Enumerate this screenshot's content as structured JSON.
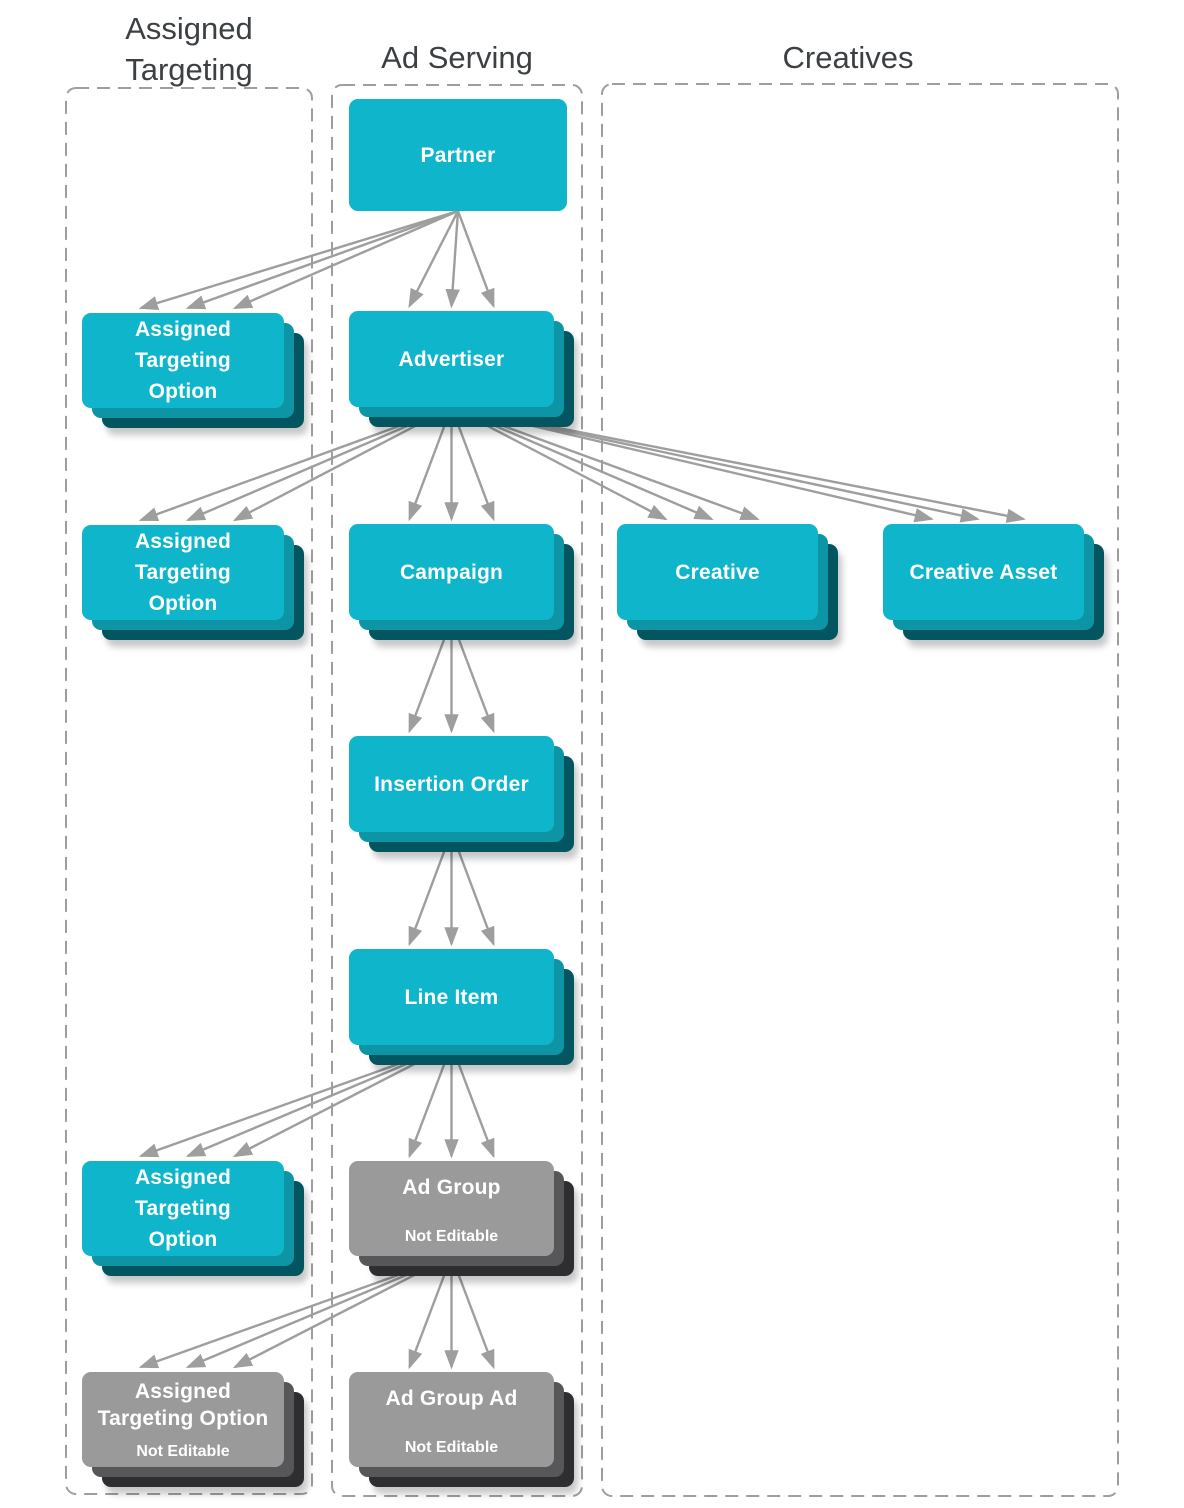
{
  "diagram": {
    "columns": {
      "assigned_targeting": {
        "label": "Assigned\nTargeting"
      },
      "ad_serving": {
        "label": "Ad Serving"
      },
      "creatives": {
        "label": "Creatives"
      }
    },
    "colors": {
      "cyan_face": "#0FB5CB",
      "cyan_layer2": "#0D95A6",
      "cyan_layer3": "#03565F",
      "gray_face": "#9A9A9A",
      "gray_layer2": "#57575A",
      "gray_layer3": "#2E2E31",
      "arrow": "#9E9E9E",
      "column_border": "#9E9E9E",
      "header_text": "#3C4043",
      "box_text": "#FFFFFF"
    },
    "nodes": {
      "partner": {
        "label": "Partner"
      },
      "ato1": {
        "label": "Assigned\nTargeting\nOption"
      },
      "advertiser": {
        "label": "Advertiser"
      },
      "ato2": {
        "label": "Assigned\nTargeting\nOption"
      },
      "campaign": {
        "label": "Campaign"
      },
      "creative": {
        "label": "Creative"
      },
      "creative_asset": {
        "label": "Creative Asset"
      },
      "insertion_order": {
        "label": "Insertion Order"
      },
      "line_item": {
        "label": "Line Item"
      },
      "ato3": {
        "label": "Assigned\nTargeting\nOption"
      },
      "ad_group": {
        "label": "Ad Group",
        "sublabel": "Not Editable"
      },
      "ato4": {
        "label": "Assigned\nTargeting Option",
        "sublabel": "Not Editable"
      },
      "ad_group_ad": {
        "label": "Ad Group Ad",
        "sublabel": "Not Editable"
      }
    },
    "edges": [
      {
        "from": "partner",
        "to": "ato1"
      },
      {
        "from": "partner",
        "to": "advertiser"
      },
      {
        "from": "advertiser",
        "to": "ato2"
      },
      {
        "from": "advertiser",
        "to": "campaign"
      },
      {
        "from": "advertiser",
        "to": "creative"
      },
      {
        "from": "advertiser",
        "to": "creative_asset"
      },
      {
        "from": "campaign",
        "to": "insertion_order"
      },
      {
        "from": "insertion_order",
        "to": "line_item"
      },
      {
        "from": "line_item",
        "to": "ato3"
      },
      {
        "from": "line_item",
        "to": "ad_group"
      },
      {
        "from": "ad_group",
        "to": "ato4"
      },
      {
        "from": "ad_group",
        "to": "ad_group_ad"
      }
    ]
  }
}
